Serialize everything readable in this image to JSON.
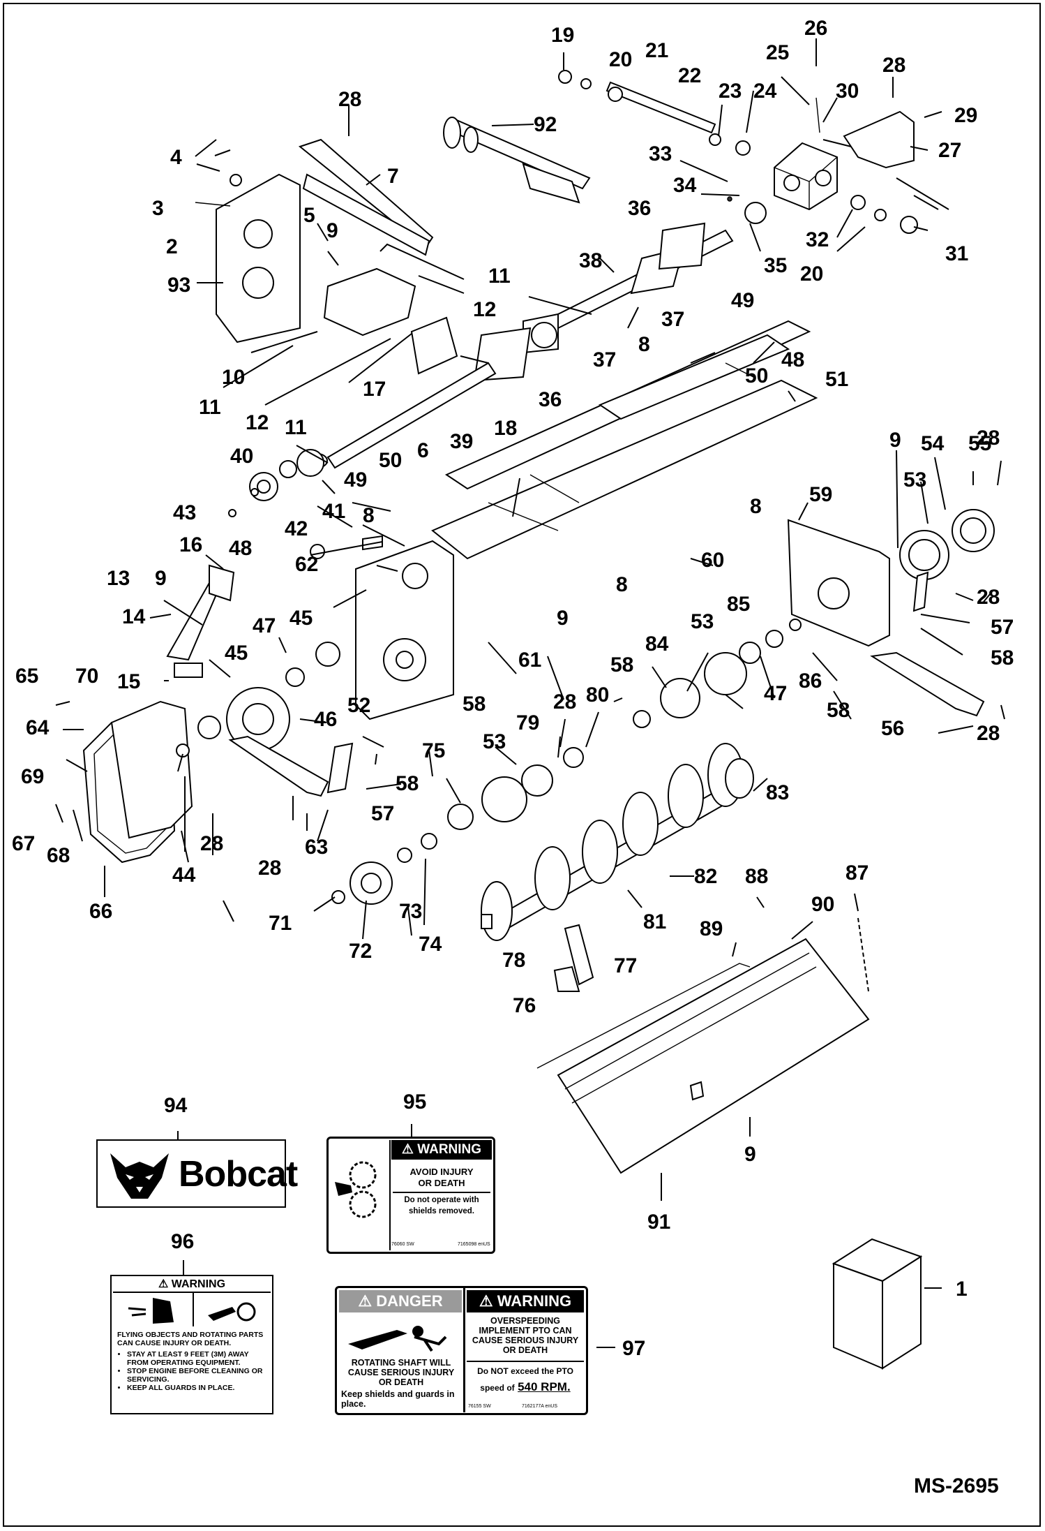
{
  "figure_id": "MS-2695",
  "callouts": [
    "1",
    "2",
    "3",
    "4",
    "5",
    "6",
    "7",
    "8",
    "9",
    "10",
    "11",
    "12",
    "13",
    "14",
    "15",
    "16",
    "17",
    "18",
    "19",
    "20",
    "21",
    "22",
    "23",
    "24",
    "25",
    "26",
    "27",
    "28",
    "29",
    "30",
    "31",
    "32",
    "33",
    "34",
    "35",
    "36",
    "37",
    "38",
    "39",
    "40",
    "41",
    "42",
    "43",
    "44",
    "45",
    "46",
    "47",
    "48",
    "49",
    "50",
    "51",
    "52",
    "53",
    "54",
    "55",
    "56",
    "57",
    "58",
    "59",
    "60",
    "61",
    "62",
    "63",
    "64",
    "65",
    "66",
    "67",
    "68",
    "69",
    "70",
    "71",
    "72",
    "73",
    "74",
    "75",
    "76",
    "77",
    "78",
    "79",
    "80",
    "81",
    "82",
    "83",
    "84",
    "85",
    "86",
    "87",
    "88",
    "89",
    "90",
    "91",
    "92",
    "93",
    "94",
    "95",
    "96",
    "97"
  ],
  "decal_94": {
    "brand": "Bobcat"
  },
  "decal_95": {
    "header": "⚠ WARNING",
    "line1": "AVOID INJURY",
    "line2": "OR DEATH",
    "line3": "Do not operate with",
    "line4": "shields removed.",
    "code_left": "76060 SW",
    "code_right": "7165098 enUS"
  },
  "decal_96": {
    "header": "⚠ WARNING",
    "intro": "FLYING OBJECTS AND ROTATING PARTS CAN CAUSE INJURY OR DEATH.",
    "bullets": [
      "STAY AT LEAST 9 FEET (3M) AWAY FROM OPERATING EQUIPMENT.",
      "STOP ENGINE BEFORE CLEANING OR SERVICING.",
      "KEEP ALL GUARDS IN PLACE."
    ]
  },
  "decal_97": {
    "danger_header": "⚠ DANGER",
    "danger_text1": "ROTATING SHAFT WILL CAUSE SERIOUS INJURY OR DEATH",
    "danger_text2": "Keep shields and guards in place.",
    "warning_header": "⚠ WARNING",
    "warning_text1": "OVERSPEEDING IMPLEMENT PTO CAN CAUSE SERIOUS INJURY OR DEATH",
    "warning_text2a": "Do NOT exceed the PTO",
    "warning_text2b": "speed of",
    "rpm": "540 RPM.",
    "code_left": "76155 SW",
    "code_right": "7162177A enUS"
  }
}
